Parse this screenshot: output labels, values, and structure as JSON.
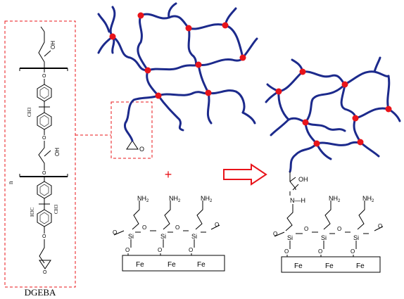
{
  "dgeba": {
    "caption": "DGEBA",
    "oh": "OH",
    "ch3": "CH",
    "h3c": "H",
    "n": "n"
  },
  "reagents": {
    "plus": "+",
    "nh2": "NH",
    "si": "Si",
    "fe": "Fe",
    "o": "O"
  },
  "product": {
    "oh": "OH",
    "nh": "N—H",
    "nh2": "NH",
    "si": "Si",
    "fe": "Fe",
    "o": "O"
  },
  "colors": {
    "network_chain": "#1c2a8c",
    "crosslink_node": "#e8141a",
    "highlight_box": "#e8141a",
    "reaction_arrow": "#e8141a"
  }
}
